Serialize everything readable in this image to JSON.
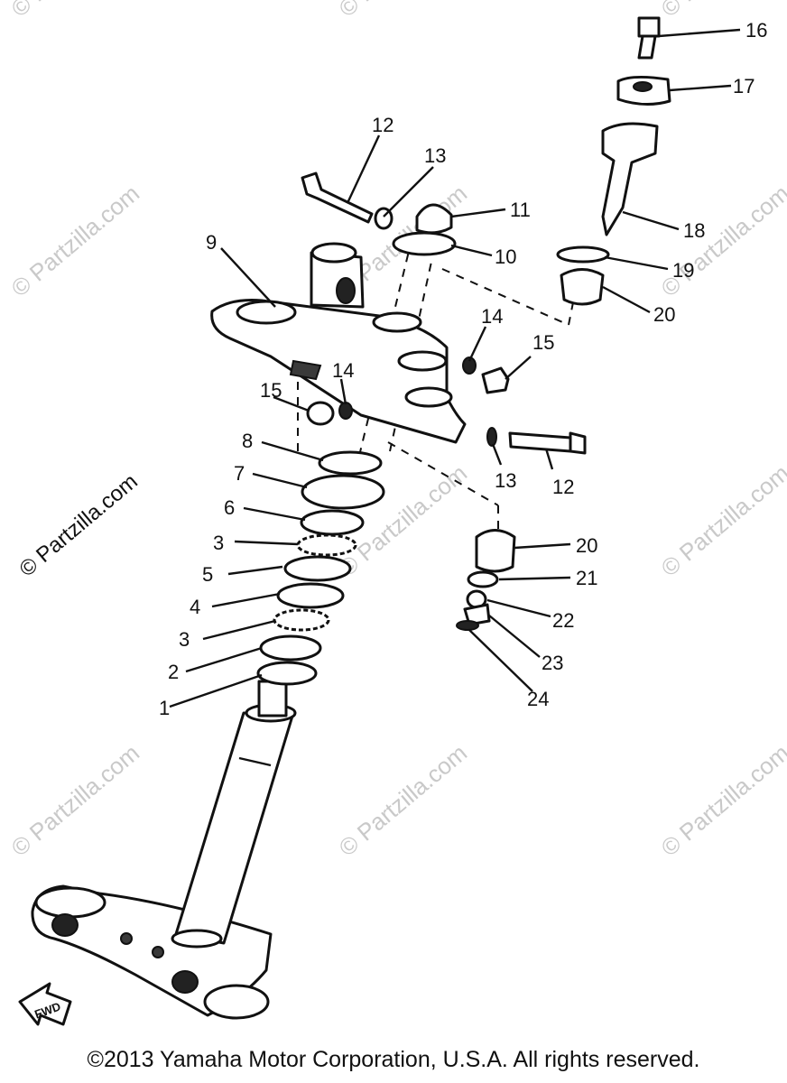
{
  "callouts": [
    {
      "id": "c16",
      "text": "16"
    },
    {
      "id": "c17",
      "text": "17"
    },
    {
      "id": "c12a",
      "text": "12"
    },
    {
      "id": "c13a",
      "text": "13"
    },
    {
      "id": "c11",
      "text": "11"
    },
    {
      "id": "c18",
      "text": "18"
    },
    {
      "id": "c9",
      "text": "9"
    },
    {
      "id": "c10",
      "text": "10"
    },
    {
      "id": "c19",
      "text": "19"
    },
    {
      "id": "c20a",
      "text": "20"
    },
    {
      "id": "c14a",
      "text": "14"
    },
    {
      "id": "c15a",
      "text": "15"
    },
    {
      "id": "c14b",
      "text": "14"
    },
    {
      "id": "c15b",
      "text": "15"
    },
    {
      "id": "c8",
      "text": "8"
    },
    {
      "id": "c13b",
      "text": "13"
    },
    {
      "id": "c12b",
      "text": "12"
    },
    {
      "id": "c7",
      "text": "7"
    },
    {
      "id": "c6",
      "text": "6"
    },
    {
      "id": "c3a",
      "text": "3"
    },
    {
      "id": "c20b",
      "text": "20"
    },
    {
      "id": "c5",
      "text": "5"
    },
    {
      "id": "c21",
      "text": "21"
    },
    {
      "id": "c4",
      "text": "4"
    },
    {
      "id": "c22",
      "text": "22"
    },
    {
      "id": "c3b",
      "text": "3"
    },
    {
      "id": "c23",
      "text": "23"
    },
    {
      "id": "c2",
      "text": "2"
    },
    {
      "id": "c24",
      "text": "24"
    },
    {
      "id": "c1",
      "text": "1"
    }
  ],
  "watermark": "© Partzilla.com",
  "fwd_label": "FWD",
  "copyright": "©2013 Yamaha Motor Corporation, U.S.A. All rights reserved."
}
